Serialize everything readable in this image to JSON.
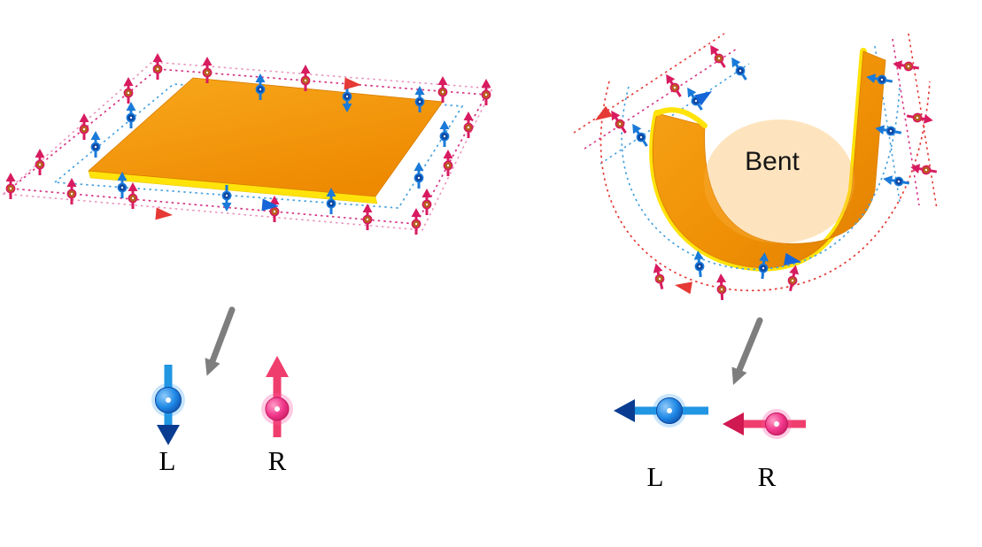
{
  "panels": {
    "flat": {
      "description": "flat sheet with edge spin currents"
    },
    "bent": {
      "label": "Bent"
    }
  },
  "legend_flat": {
    "left_label": "L",
    "right_label": "R"
  },
  "legend_bent": {
    "left_label": "L",
    "right_label": "R"
  },
  "colors": {
    "sheet_orange": "#f39408",
    "sheet_orange_dark": "#e07f00",
    "sheet_edge_yellow": "#ffe30a",
    "spin_pink": "#d81b60",
    "spin_pink_ball": "#b85c1e",
    "spin_blue": "#1a7ad9",
    "spin_blue_ball": "#0d47a1",
    "loop_pink": "#d63384",
    "loop_blue": "#4aa3df",
    "loop_red": "#e53935",
    "dir_red": "#e53935",
    "dir_blue": "#1565d8",
    "pointer_gray": "#7e7e7e",
    "legend_blue": "#2196e3",
    "legend_blue_head": "#0a3d91",
    "legend_red": "#ef3e6e",
    "legend_red_head": "#d01950",
    "text": "#111111"
  }
}
